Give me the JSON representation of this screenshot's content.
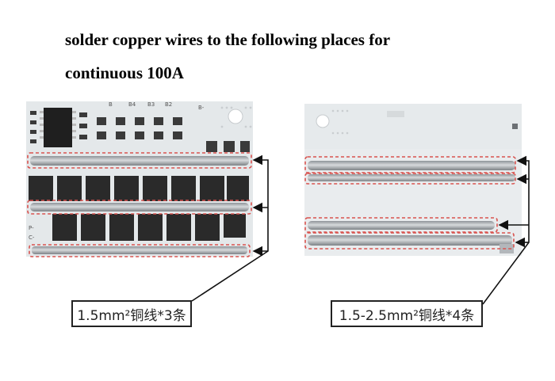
{
  "heading": {
    "line1": "solder copper wires to the following places for",
    "line2": "continuous 100A"
  },
  "left_board": {
    "silkscreen_top": [
      "B",
      "B4",
      "B3",
      "B2",
      "B-"
    ],
    "silkscreen_side": [
      "P-",
      "C-"
    ],
    "callout": "1.5mm²铜线*3条"
  },
  "right_board": {
    "callout": "1.5-2.5mm²铜线*4条"
  },
  "colors": {
    "highlight_dash": "#d9534f",
    "arrow": "#111111",
    "board": "#e4e8ea",
    "mosfet": "#2a2a2a",
    "solder": "#a9adb1"
  }
}
